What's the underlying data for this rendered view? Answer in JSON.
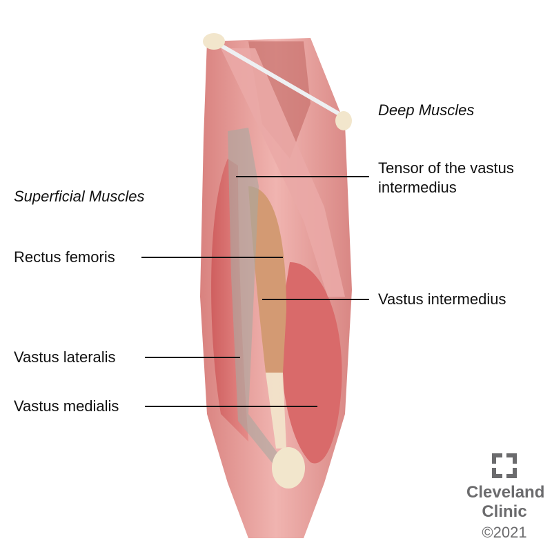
{
  "headings": {
    "deep": "Deep Muscles",
    "superficial": "Superficial Muscles"
  },
  "labels": {
    "tensor_line1": "Tensor of the vastus",
    "tensor_line2": "intermedius",
    "rectus_femoris": "Rectus femoris",
    "vastus_intermedius": "Vastus intermedius",
    "vastus_lateralis": "Vastus lateralis",
    "vastus_medialis": "Vastus medialis"
  },
  "logo": {
    "line1": "Cleveland",
    "line2": "Clinic",
    "copyright": "©2021"
  },
  "colors": {
    "muscle": "#e39a9a",
    "muscle_dark": "#c9615f",
    "tendon": "#f2e6cc",
    "intermedius": "#d39a73",
    "logo_gray": "#6b6b6d"
  }
}
